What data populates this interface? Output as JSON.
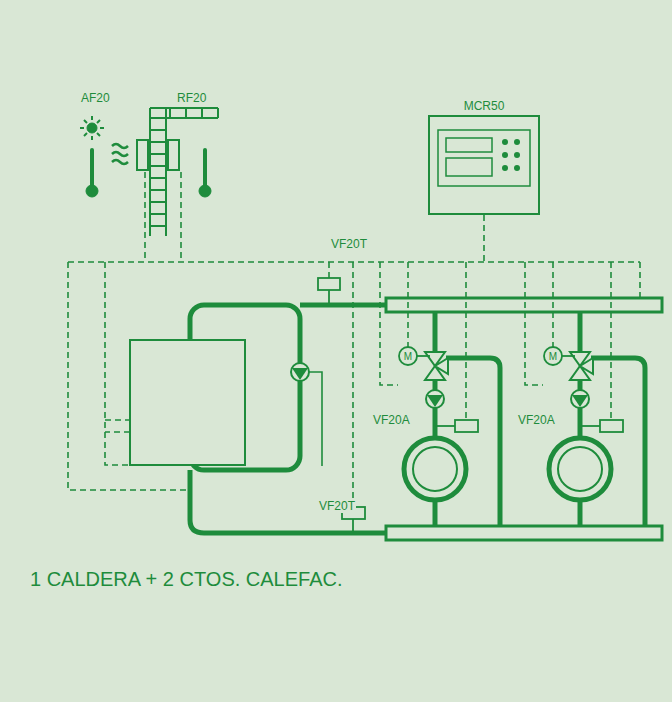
{
  "diagram": {
    "caption": "1 CALDERA + 2 CTOS. CALEFAC.",
    "nodes": [
      {
        "text": [
          "MCR50"
        ]
      }
    ],
    "labels": [
      "AF20",
      "RF20",
      "VF20T",
      "VF20T",
      "VF20A",
      "VF20A",
      "M",
      "M"
    ]
  }
}
